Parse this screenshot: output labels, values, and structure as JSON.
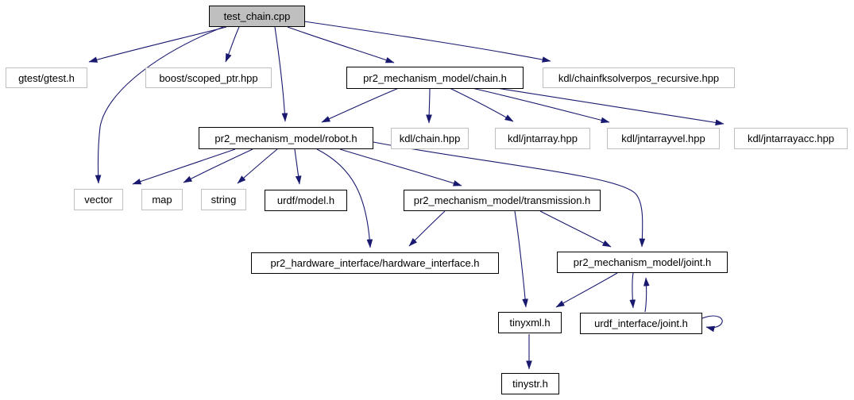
{
  "diagram": {
    "type": "include-dependency-graph",
    "root_file": "test_chain.cpp",
    "colors": {
      "edge": "#191970",
      "root_fill": "#bfbfbf",
      "documented_border": "#000000",
      "external_border": "#bfbfbf",
      "node_fill": "#ffffff",
      "text": "#000000",
      "background": "#ffffff"
    }
  },
  "nodes": [
    {
      "label": "test_chain.cpp"
    },
    {
      "label": "gtest/gtest.h"
    },
    {
      "label": "boost/scoped_ptr.hpp"
    },
    {
      "label": "pr2_mechanism_model/chain.h"
    },
    {
      "label": "kdl/chainfksolverpos_recursive.hpp"
    },
    {
      "label": "pr2_mechanism_model/robot.h"
    },
    {
      "label": "kdl/chain.hpp"
    },
    {
      "label": "kdl/jntarray.hpp"
    },
    {
      "label": "kdl/jntarrayvel.hpp"
    },
    {
      "label": "kdl/jntarrayacc.hpp"
    },
    {
      "label": "vector"
    },
    {
      "label": "map"
    },
    {
      "label": "string"
    },
    {
      "label": "urdf/model.h"
    },
    {
      "label": "pr2_mechanism_model/transmission.h"
    },
    {
      "label": "pr2_hardware_interface/hardware_interface.h"
    },
    {
      "label": "pr2_mechanism_model/joint.h"
    },
    {
      "label": "tinyxml.h"
    },
    {
      "label": "urdf_interface/joint.h"
    },
    {
      "label": "tinystr.h"
    }
  ],
  "edges": [
    {
      "from": "test_chain.cpp",
      "to": "gtest/gtest.h"
    },
    {
      "from": "test_chain.cpp",
      "to": "boost/scoped_ptr.hpp"
    },
    {
      "from": "test_chain.cpp",
      "to": "vector"
    },
    {
      "from": "test_chain.cpp",
      "to": "pr2_mechanism_model/robot.h"
    },
    {
      "from": "test_chain.cpp",
      "to": "pr2_mechanism_model/chain.h"
    },
    {
      "from": "test_chain.cpp",
      "to": "kdl/chainfksolverpos_recursive.hpp"
    },
    {
      "from": "pr2_mechanism_model/chain.h",
      "to": "pr2_mechanism_model/robot.h"
    },
    {
      "from": "pr2_mechanism_model/chain.h",
      "to": "kdl/chain.hpp"
    },
    {
      "from": "pr2_mechanism_model/chain.h",
      "to": "kdl/jntarray.hpp"
    },
    {
      "from": "pr2_mechanism_model/chain.h",
      "to": "kdl/jntarrayvel.hpp"
    },
    {
      "from": "pr2_mechanism_model/chain.h",
      "to": "kdl/jntarrayacc.hpp"
    },
    {
      "from": "pr2_mechanism_model/robot.h",
      "to": "vector"
    },
    {
      "from": "pr2_mechanism_model/robot.h",
      "to": "map"
    },
    {
      "from": "pr2_mechanism_model/robot.h",
      "to": "string"
    },
    {
      "from": "pr2_mechanism_model/robot.h",
      "to": "urdf/model.h"
    },
    {
      "from": "pr2_mechanism_model/robot.h",
      "to": "pr2_mechanism_model/transmission.h"
    },
    {
      "from": "pr2_mechanism_model/robot.h",
      "to": "pr2_hardware_interface/hardware_interface.h"
    },
    {
      "from": "pr2_mechanism_model/robot.h",
      "to": "pr2_mechanism_model/joint.h"
    },
    {
      "from": "pr2_mechanism_model/transmission.h",
      "to": "pr2_hardware_interface/hardware_interface.h"
    },
    {
      "from": "pr2_mechanism_model/transmission.h",
      "to": "tinyxml.h"
    },
    {
      "from": "pr2_mechanism_model/transmission.h",
      "to": "pr2_mechanism_model/joint.h"
    },
    {
      "from": "pr2_mechanism_model/joint.h",
      "to": "tinyxml.h"
    },
    {
      "from": "pr2_mechanism_model/joint.h",
      "to": "urdf_interface/joint.h"
    },
    {
      "from": "urdf_interface/joint.h",
      "to": "pr2_mechanism_model/joint.h"
    },
    {
      "from": "urdf_interface/joint.h",
      "to": "urdf_interface/joint.h"
    },
    {
      "from": "tinyxml.h",
      "to": "tinystr.h"
    }
  ]
}
